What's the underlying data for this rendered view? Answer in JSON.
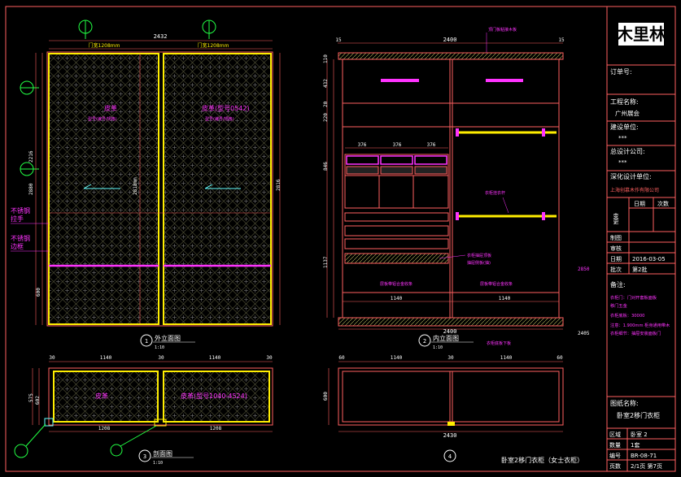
{
  "colors": {
    "background": "#000000",
    "frame": "#ff6060",
    "yellow": "#ffee00",
    "magenta": "#ff33ff",
    "cyan": "#66ffff",
    "green": "#22ff44",
    "white": "#ffffff",
    "red": "#ff3030",
    "blue": "#3344ff"
  },
  "title_block": {
    "logo": "木里林",
    "order_no_label": "订单号:",
    "project_name_label": "工程名称:",
    "project_name": "广州展会",
    "builder_label": "建设单位:",
    "builder_value": "***",
    "general_design_label": "总设计公司:",
    "general_design_value": "***",
    "deepening_label": "深化设计单位:",
    "deepening_value": "上海创慕木作有限公司",
    "change_label": "变更",
    "date_col": "日期",
    "times_col": "次数",
    "drawn_label": "制图",
    "review_label": "审核",
    "date_label": "日期",
    "date_value": "2016-03-05",
    "batch_label": "批次",
    "batch_value": "第2批",
    "notes_label": "备注:",
    "notes": [
      "衣柜门：门对开套板面板",
      "移门五金",
      "衣柜底板：30000",
      "注意：1.900mm  柜身通用带木",
      "衣柜细节：抽屉安装面板门"
    ],
    "drawing_name_label": "图纸名称:",
    "drawing_name": "卧室2移门衣柜",
    "area_label": "区域",
    "area_value": "卧室 2",
    "qty_label": "数量",
    "qty_value": "1套",
    "code_label": "编号",
    "code_value": "BR-08-71",
    "page_label": "页数",
    "page_value": "2/1页  第7页"
  },
  "front_elevation": {
    "width_total": "2432",
    "left_width": "门宽1208mm",
    "right_width": "门宽1208mm",
    "left_panel_text": "皮革",
    "left_panel_sub": "型号(编号/规格)",
    "right_panel_text": "皮革(型号0542)",
    "right_panel_sub": "型号(编号/规格)",
    "height_left": "2216",
    "height_left2": "2880",
    "height_right": "2816",
    "inner_height": "2818mm",
    "low_dim": "600",
    "handle_label_1": "不锈钢",
    "handle_label_2": "拉手",
    "edge_label_1": "不锈钢",
    "edge_label_2": "边框",
    "title": "外立面图",
    "scale": "1:10",
    "tag": "1"
  },
  "inner_elevation": {
    "width_total": "2400",
    "left_edge": "15",
    "right_edge": "15",
    "top_note": "顶门板粘接木板",
    "drawer_dims": [
      "376",
      "376",
      "376"
    ],
    "bottom_dims": [
      "1140",
      "1140"
    ],
    "left_dims": [
      "110",
      "432",
      "20",
      "220",
      "846",
      "1137"
    ],
    "rail_note": "衣柜挂衣杆",
    "drawer_note_1": "衣柜抽屉顶板",
    "drawer_note_2": "抽屉侧板(抽)",
    "plank_left": "层板带铝合金收条",
    "plank_right": "层板带铝合金收条",
    "right_mark": "2850",
    "right_sub": "2405",
    "bottom_total": "2400",
    "bottom_note": "衣柜底板下板",
    "title": "内立面图",
    "scale": "1:10",
    "tag": "2"
  },
  "plan_left": {
    "dims_top": [
      "30",
      "1140",
      "30",
      "1140",
      "30"
    ],
    "dims_bottom": [
      "1208",
      "1208"
    ],
    "left_dims": [
      "575",
      "602"
    ],
    "label_left": "皮革",
    "label_right": "皮革(型号1040-4524)",
    "title": "剖面图",
    "scale": "1:10",
    "tag": "3"
  },
  "plan_right": {
    "dims_top": [
      "60",
      "1140",
      "30",
      "1140",
      "60"
    ],
    "bottom_total": "2430",
    "left_dim": "600",
    "footer_title": "卧室2移门衣柜（女士衣柜）",
    "tag": "4"
  }
}
